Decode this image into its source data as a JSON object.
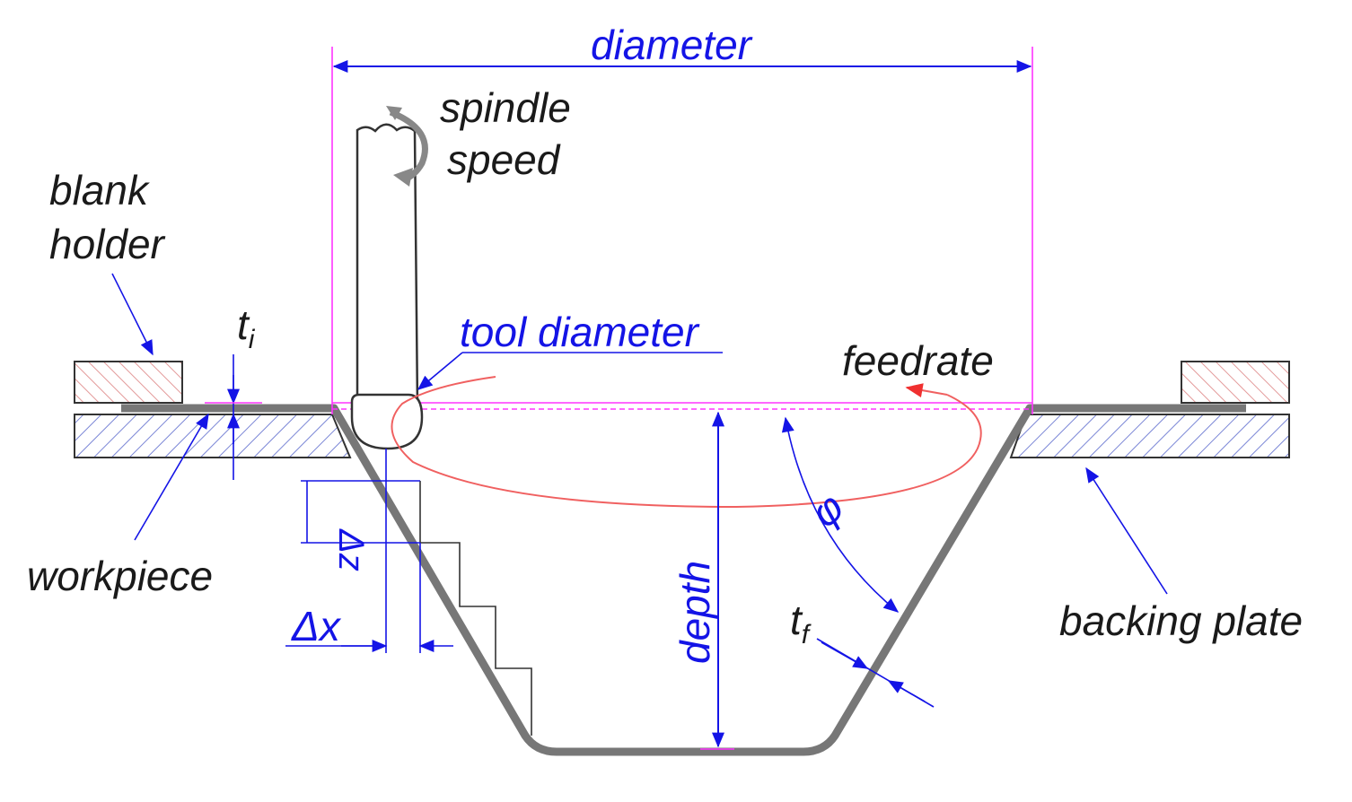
{
  "labels": {
    "diameter": "diameter",
    "spindle": "spindle",
    "speed": "speed",
    "blank": "blank",
    "holder": "holder",
    "ti_main": "t",
    "ti_sub": "i",
    "tool_diameter": "tool diameter",
    "feedrate": "feedrate",
    "workpiece": "workpiece",
    "delta_z": "Δz",
    "delta_x": "Δx",
    "depth": "depth",
    "phi": "φ",
    "tf_main": "t",
    "tf_sub": "f",
    "backing_plate": "backing plate"
  },
  "colors": {
    "dimension": "#1414e6",
    "guide": "#ff33ff",
    "toolpath": "#f06060",
    "workpiece": "#777777",
    "outline": "#333333",
    "hatch_blue": "#7a86d6",
    "hatch_red": "#e39a9a"
  }
}
